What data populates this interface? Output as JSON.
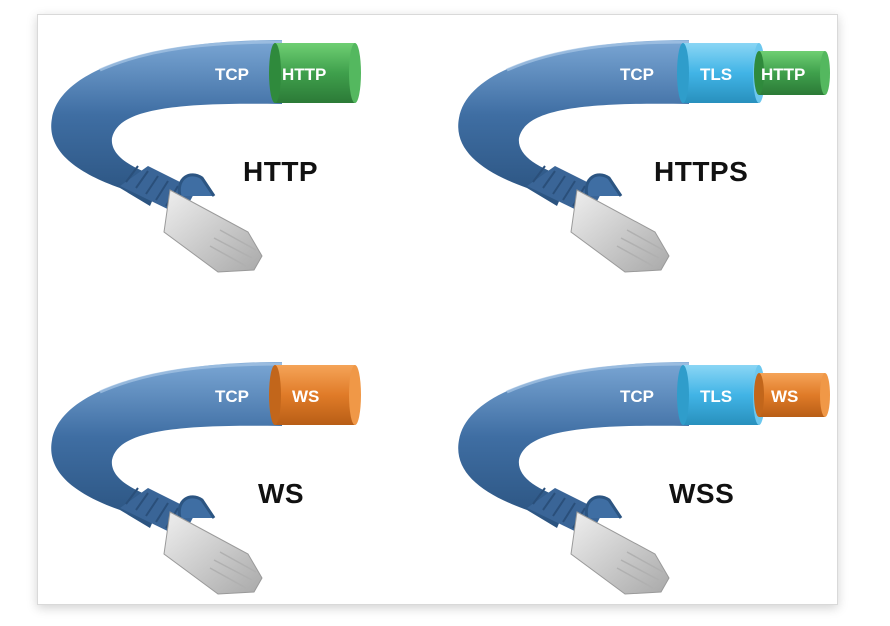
{
  "colors": {
    "cable": "#3f6ea3",
    "cable_light": "#6f9ccc",
    "cable_dark": "#2c5582",
    "tls": "#41b4e6",
    "http": "#3fa04c",
    "ws": "#e07b28",
    "plug_body": "#c9c9c9",
    "title_text": "#111111"
  },
  "panels": [
    {
      "title": "HTTP",
      "segments": [
        {
          "label": "TCP",
          "color": "cable"
        },
        {
          "label": "HTTP",
          "color": "http"
        }
      ]
    },
    {
      "title": "HTTPS",
      "segments": [
        {
          "label": "TCP",
          "color": "cable"
        },
        {
          "label": "TLS",
          "color": "tls"
        },
        {
          "label": "HTTP",
          "color": "http"
        }
      ]
    },
    {
      "title": "WS",
      "segments": [
        {
          "label": "TCP",
          "color": "cable"
        },
        {
          "label": "WS",
          "color": "ws"
        }
      ]
    },
    {
      "title": "WSS",
      "segments": [
        {
          "label": "TCP",
          "color": "cable"
        },
        {
          "label": "TLS",
          "color": "tls"
        },
        {
          "label": "WS",
          "color": "ws"
        }
      ]
    }
  ]
}
